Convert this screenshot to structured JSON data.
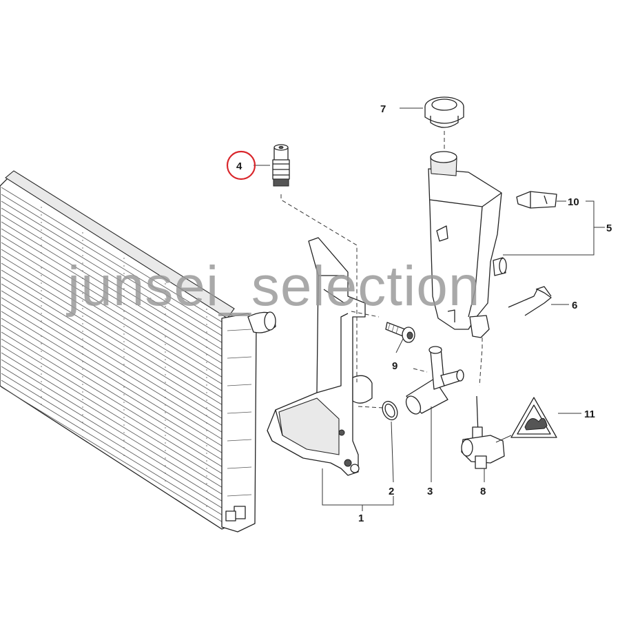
{
  "diagram": {
    "watermark": "junsei_selection",
    "highlighted_callout": "4",
    "highlight_color": "#d9262b",
    "callouts": [
      "1",
      "2",
      "3",
      "4",
      "5",
      "6",
      "7",
      "8",
      "9",
      "10",
      "11"
    ]
  }
}
